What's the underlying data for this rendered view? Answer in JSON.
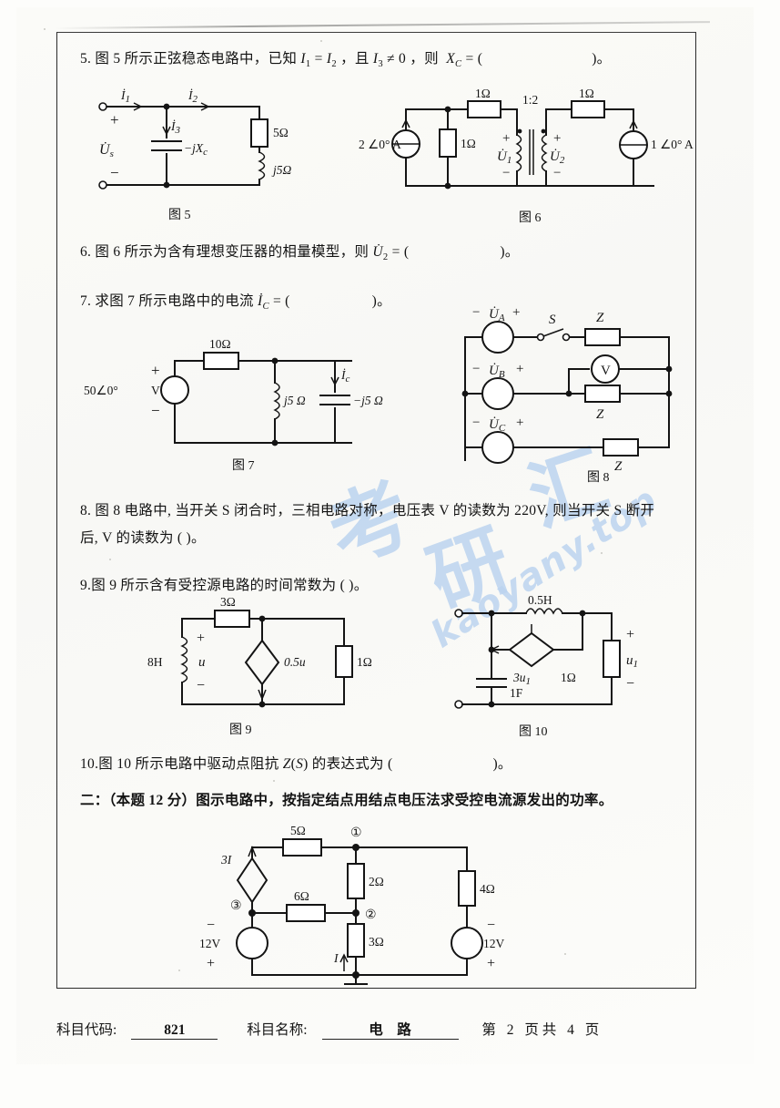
{
  "page": {
    "frame_visible": true,
    "watermark_latin": "kaoyany.top",
    "watermark_cjk": [
      "考",
      "研",
      "汇"
    ]
  },
  "questions": [
    {
      "id": "q5",
      "number": "5.",
      "text_parts": {
        "lead": "图 5 所示正弦稳态电路中，已知",
        "cond1": "I₁ = I₂",
        "mid": "，且",
        "cond2": "I₃ ≠ 0",
        "then": "，则",
        "ask": "X_C = (",
        "close": ")。"
      },
      "full_text": "5. 图 5 所示正弦稳态电路中，已知 I₁ = I₂ ，且 I₃ ≠ 0 ，则 X_C = (          )。"
    },
    {
      "id": "q6",
      "number": "6.",
      "full_text": "6. 图 6 所示为含有理想变压器的相量模型，则 U̇₂ = (          )。"
    },
    {
      "id": "q7",
      "number": "7.",
      "full_text": "7. 求图 7 所示电路中的电流 İ_C = (          )。"
    },
    {
      "id": "q8",
      "number": "8.",
      "line1": "8. 图 8 电路中, 当开关 S 闭合时，三相电路对称，电压表 V 的读数为 220V, 则当开关 S 断开",
      "line2": "后, V 的读数为 (          )。"
    },
    {
      "id": "q9",
      "number": "9.",
      "full_text": "9.图 9 所示含有受控源电路的时间常数为 (          )。"
    },
    {
      "id": "q10",
      "number": "10.",
      "full_text": "10.图 10 所示电路中驱动点阻抗 Z(S) 的表达式为 (          )。"
    }
  ],
  "section2": {
    "heading": "二：（本题 12 分）图示电路中，按指定结点用结点电压法求受控电流源发出的功率。"
  },
  "figures": {
    "fig5": {
      "caption": "图 5",
      "labels": {
        "i1": "İ₁",
        "i2": "İ₂",
        "i3": "İ₃",
        "source": "U̇s",
        "cap": "−jX_c",
        "r": "5Ω",
        "l": "j5Ω",
        "plus": "+",
        "minus": "−"
      }
    },
    "fig6": {
      "caption": "图 6",
      "labels": {
        "src_left": "2∠0° A",
        "src_right": "1∠0° A",
        "r_top_left": "1Ω",
        "r_shunt": "1Ω",
        "r_top_right": "1Ω",
        "turns": "1:2",
        "u1": "U̇₁",
        "u2": "U̇₂",
        "plus": "+",
        "minus": "−"
      }
    },
    "fig7": {
      "caption": "图 7",
      "labels": {
        "source": "50∠0°",
        "source_unit": "V",
        "r": "10Ω",
        "l": "j5 Ω",
        "c": "−j5 Ω",
        "ic": "İ_c",
        "plus": "+",
        "minus": "−"
      }
    },
    "fig8": {
      "caption": "图 8",
      "labels": {
        "ua": "U̇_A",
        "ub": "U̇_B",
        "uc": "U̇_C",
        "switch": "S",
        "z1": "Z",
        "z2": "Z",
        "z3": "Z",
        "meter": "V",
        "sign_minus": "−",
        "sign_plus": "+"
      }
    },
    "fig9": {
      "caption": "图 9",
      "labels": {
        "l": "8H",
        "u": "u",
        "r_top": "3Ω",
        "ccs": "0.5u",
        "r_right": "1Ω",
        "plus": "+",
        "minus": "−"
      }
    },
    "fig10": {
      "caption": "图 10",
      "labels": {
        "l": "0.5H",
        "c": "1F",
        "vcvs": "3u₁",
        "r": "1Ω",
        "u1": "u₁",
        "plus": "+",
        "minus": "−"
      }
    },
    "fig_main": {
      "labels": {
        "r5": "5Ω",
        "r6": "6Ω",
        "r2": "2Ω",
        "r3": "3Ω",
        "r4": "4Ω",
        "ccs": "3I",
        "node1": "①",
        "node2": "②",
        "node3": "③",
        "v_left": "12V",
        "v_right": "12V",
        "current": "I",
        "plus": "+",
        "minus": "−"
      }
    }
  },
  "footer": {
    "code_label": "科目代码:",
    "code_value": "821",
    "name_label": "科目名称:",
    "name_value": "电　路",
    "page_prefix": "第",
    "page_current": "2",
    "page_mid": "页 共",
    "page_total": "4",
    "page_suffix": "页"
  }
}
